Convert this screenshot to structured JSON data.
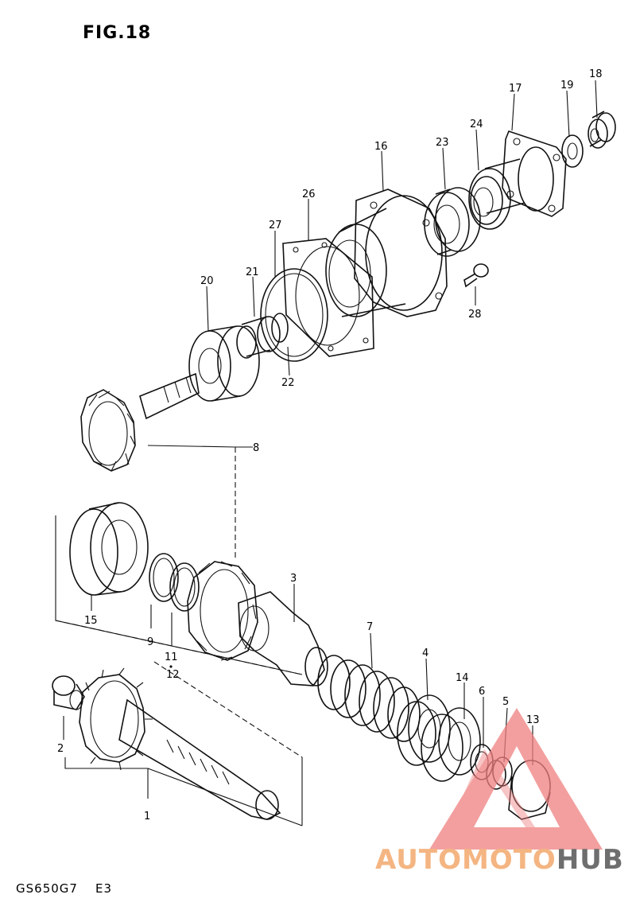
{
  "figure": {
    "title": "FIG.18",
    "model_code": "GS650G7",
    "region_code": "E3"
  },
  "callouts": {
    "c1": "1",
    "c2": "2",
    "c3": "3",
    "c4": "4",
    "c5": "5",
    "c6": "6",
    "c7": "7",
    "c8": "8",
    "c9": "9",
    "c11": "11",
    "c12": "12",
    "c13": "13",
    "c14": "14",
    "c15": "15",
    "c16": "16",
    "c17": "17",
    "c18": "18",
    "c19": "19",
    "c20": "20",
    "c21": "21",
    "c22": "22",
    "c23": "23",
    "c24": "24",
    "c26": "26",
    "c27": "27",
    "c28": "28"
  },
  "watermark": {
    "part1": "AUTO",
    "part2": "MOTO",
    "part3": "HUB",
    "color_light": "#f4b582",
    "color_dark": "#6e6e6e",
    "logo_color": "#ef7f7f"
  }
}
